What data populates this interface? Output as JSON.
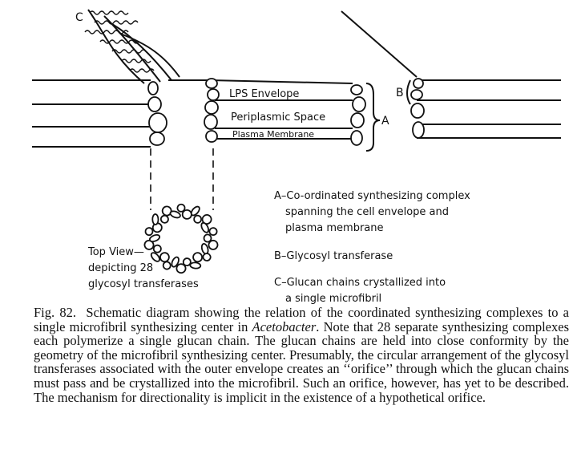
{
  "diagram": {
    "labels": {
      "lps_envelope": "LPS Envelope",
      "periplasmic_space": "Periplasmic Space",
      "plasma_membrane": "Plasma Membrane",
      "marker_a": "A",
      "marker_b": "B",
      "marker_c": "C",
      "top_view_1": "Top View—",
      "top_view_2": "depicting 28",
      "top_view_3": "glycosyl transferases"
    },
    "legend": [
      {
        "line1": "A–Co-ordinated synthesizing complex",
        "line2": "spanning the cell envelope and",
        "line3": "plasma membrane"
      },
      {
        "line1": "B–Glycosyl transferase"
      },
      {
        "line1": "C–Glucan chains crystallized into",
        "line2": "a single microfibril"
      }
    ]
  },
  "caption": {
    "fig_label": "Fig. 82.",
    "text_before_genus": "Schematic diagram showing the relation of the coordinated synthesizing complexes to a single microfibril synthesizing center in",
    "genus": "Acetobacter",
    "text_after_genus": ". Note that 28 separate synthesizing complexes each polymerize a single glucan chain. The glucan chains are held into close conformity by the geometry of the microfibril synthesizing center. Presumably, the circular arrangement of the glycosyl transferases associated with the outer envelope creates an ‘‘orifice’’ through which the glucan chains must pass and be crystallized into the microfibril. Such an orifice, however, has yet to be described. The mechanism for directionality is implicit in the existence of a hypothetical orifice."
  }
}
